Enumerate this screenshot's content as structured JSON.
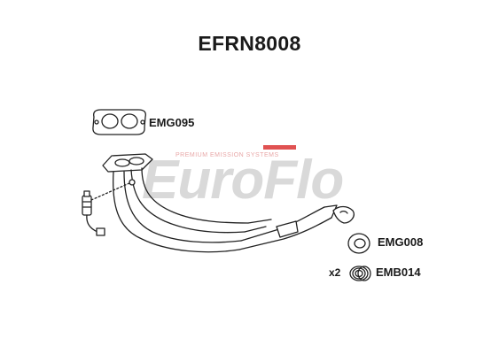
{
  "title": "EFRN8008",
  "watermark": {
    "word": "EuroFlo",
    "tagline": "PREMIUM EMISSION SYSTEMS",
    "brand_color": "#d9d9d9",
    "accent_color": "#e05252"
  },
  "parts": [
    {
      "code": "EMG095",
      "kind": "flange-gasket"
    },
    {
      "code": "EMG008",
      "kind": "ring-gasket"
    },
    {
      "code": "EMB014",
      "kind": "spring",
      "quantity": "x2"
    }
  ],
  "components": {
    "pipe": "front-down-pipe",
    "sensor": "lambda-sensor"
  }
}
